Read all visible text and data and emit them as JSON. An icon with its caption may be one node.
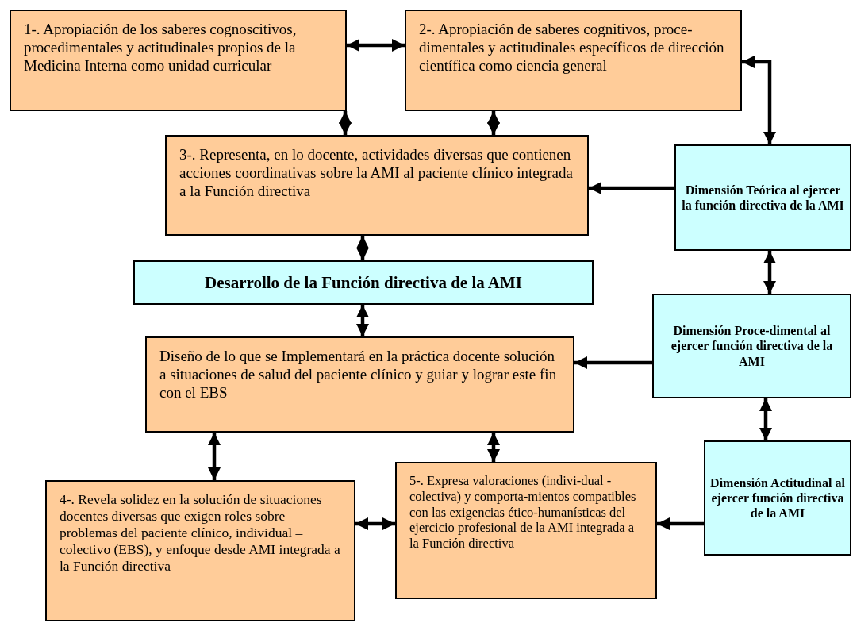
{
  "diagram": {
    "nodes": [
      {
        "text": [
          "1-. Apropiación de los saberes cognoscitivos, procedimentales y actitudinales propios de la Medicina Interna como unidad curricular"
        ]
      },
      {
        "text": [
          "2-. Apropiación de saberes cognitivos, proce-dimentales y actitudinales específicos de dirección científica como ciencia general"
        ]
      },
      {
        "text": [
          "3-. Representa, en lo docente, actividades diversas que contienen acciones coordinativas sobre la AMI al paciente clínico integrada a la Función directiva"
        ]
      },
      {
        "text": [
          "Dimensión Teórica al ejercer la función directiva de la AMI"
        ]
      },
      {
        "text": [
          "Desarrollo de la Función directiva de la AMI"
        ]
      },
      {
        "text": [
          "Dimensión Proce-dimental al ejercer función directiva de la AMI"
        ]
      },
      {
        "text": [
          "Diseño de lo que se Implementará en la práctica docente solución a situaciones de salud del paciente clínico y guiar y lograr este fin con el EBS"
        ]
      },
      {
        "text": [
          "Dimensión Actitudinal al ejercer función directiva de la AMI"
        ]
      },
      {
        "text": [
          "4-. Revela solidez en la solución de situaciones docentes diversas que exigen roles sobre problemas del paciente clínico, individual – colectivo (EBS), y enfoque desde AMI integrada a la Función directiva"
        ]
      },
      {
        "text": [
          "5-. Expresa valoraciones (indivi-dual - colectiva) y comporta-mientos  compatibles con las exigencias ético-humanísticas del ejercicio  profesional de la AMI integrada a la Función directiva"
        ]
      }
    ],
    "edges": [
      {
        "from": 0,
        "to": 1,
        "arrow": "both"
      },
      {
        "from": 0,
        "to": 2,
        "arrow": "both"
      },
      {
        "from": 1,
        "to": 2,
        "arrow": "both"
      },
      {
        "from": 1,
        "to": 3,
        "arrow": "both"
      },
      {
        "from": 3,
        "to": 2,
        "arrow": "to"
      },
      {
        "from": 2,
        "to": 4,
        "arrow": "both"
      },
      {
        "from": 3,
        "to": 5,
        "arrow": "both"
      },
      {
        "from": 4,
        "to": 6,
        "arrow": "both"
      },
      {
        "from": 5,
        "to": 6,
        "arrow": "to"
      },
      {
        "from": 5,
        "to": 7,
        "arrow": "both"
      },
      {
        "from": 6,
        "to": 8,
        "arrow": "both"
      },
      {
        "from": 6,
        "to": 9,
        "arrow": "both"
      },
      {
        "from": 8,
        "to": 9,
        "arrow": "both"
      },
      {
        "from": 7,
        "to": 9,
        "arrow": "to"
      }
    ]
  }
}
